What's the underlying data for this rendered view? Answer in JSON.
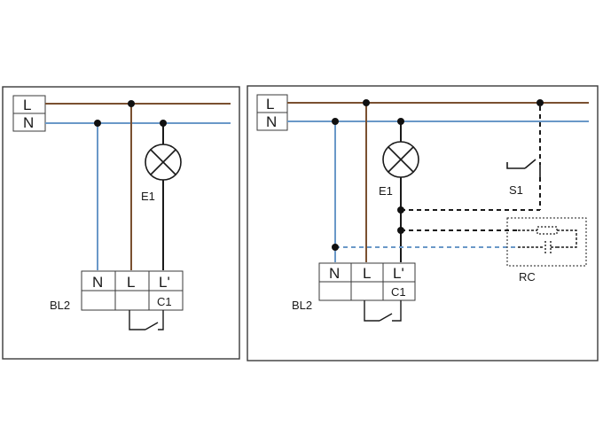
{
  "colors": {
    "frame": "#3a3a3a",
    "live_wire": "#7a5030",
    "neutral_wire": "#6a98c8",
    "control_wire": "#1a1a1a",
    "node": "#111111"
  },
  "left_panel": {
    "bus_labels": {
      "live": "L",
      "neutral": "N"
    },
    "lamp_label": "E1",
    "module": {
      "name": "BL2",
      "terminals": {
        "neutral": "N",
        "live": "L",
        "switched": "L'"
      },
      "output": "C1"
    }
  },
  "right_panel": {
    "bus_labels": {
      "live": "L",
      "neutral": "N"
    },
    "lamp_label": "E1",
    "switch_label": "S1",
    "rc_label": "RC",
    "module": {
      "name": "BL2",
      "terminals": {
        "neutral": "N",
        "live": "L",
        "switched": "L'"
      },
      "output": "C1"
    }
  }
}
